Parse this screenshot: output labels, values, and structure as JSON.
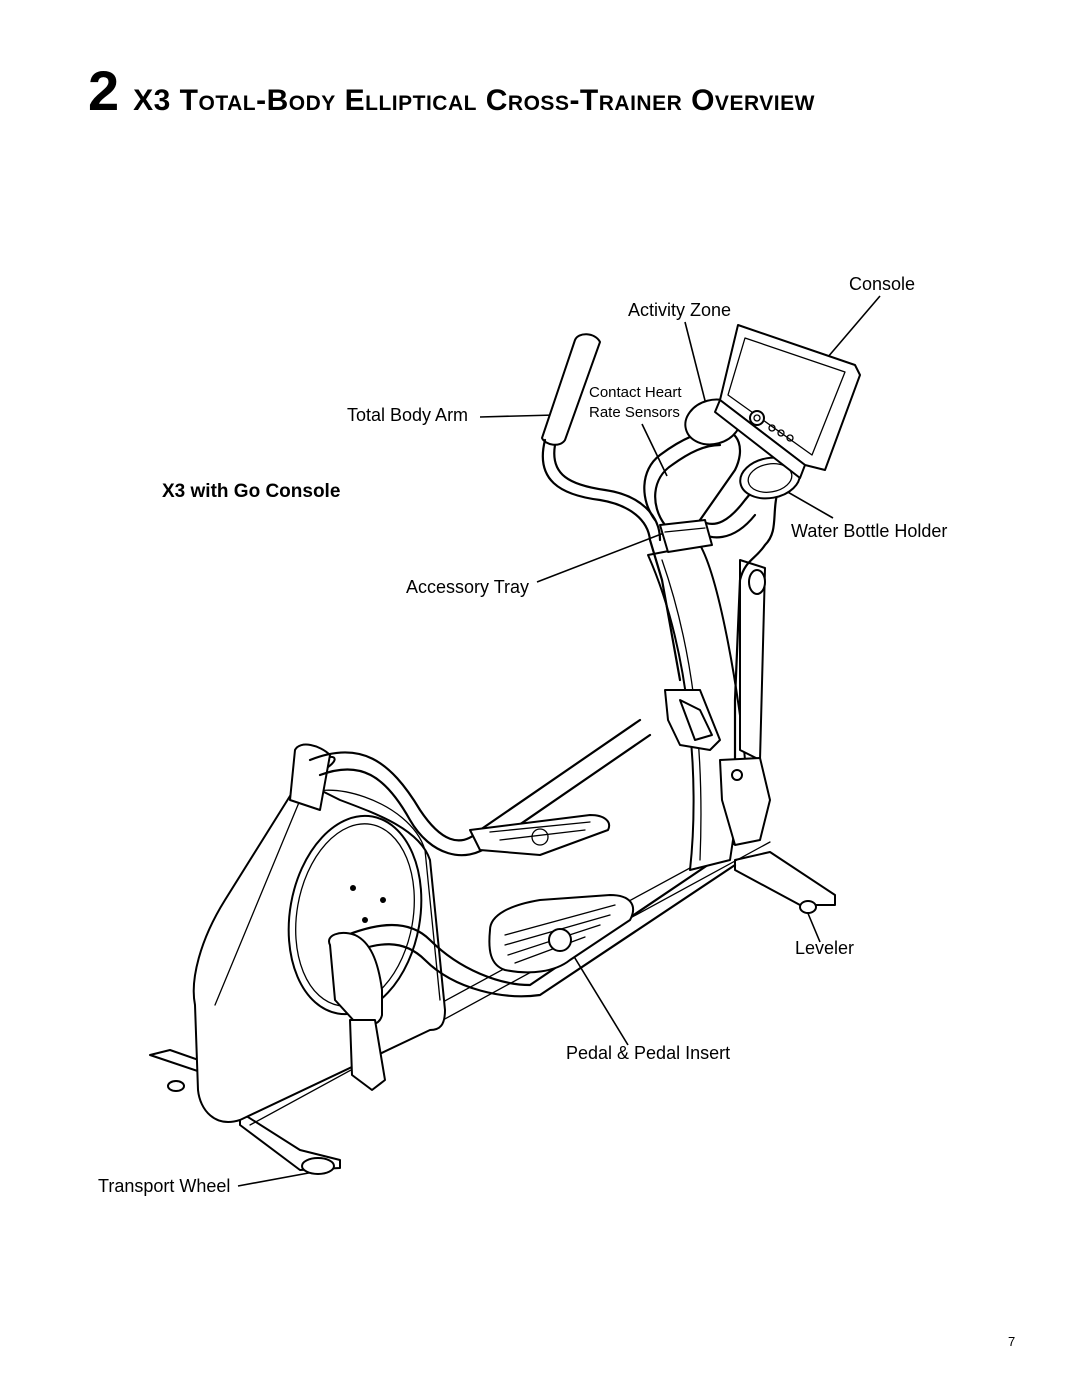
{
  "header": {
    "section_number": "2",
    "title": "X3 Total-Body Elliptical Cross-Trainer Overview"
  },
  "figure": {
    "subheading": "X3 with Go Console",
    "labels": {
      "console": "Console",
      "activity_zone": "Activity Zone",
      "contact_heart_rate_sensors": "Contact Heart Rate Sensors",
      "total_body_arm": "Total Body Arm",
      "water_bottle_holder": "Water Bottle Holder",
      "accessory_tray": "Accessory Tray",
      "leveler": "Leveler",
      "pedal_and_pedal_insert": "Pedal & Pedal Insert",
      "transport_wheel": "Transport Wheel"
    }
  },
  "footer": {
    "page_number": "7"
  }
}
